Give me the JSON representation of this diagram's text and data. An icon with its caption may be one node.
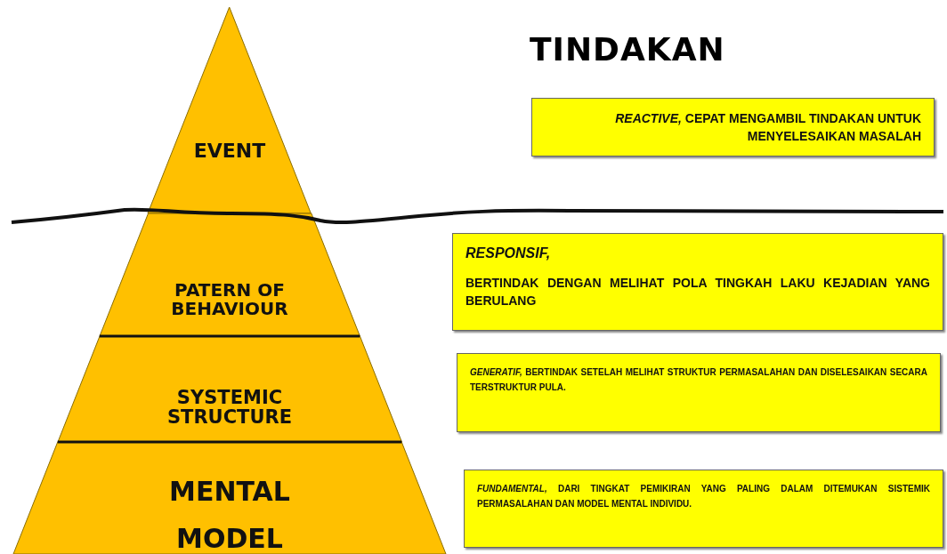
{
  "diagram": {
    "title": "TINDAKAN",
    "nodes": [
      {
        "text": [
          "EVENT"
        ]
      },
      {
        "text": [
          "PATERN OF BEHAVIOUR"
        ]
      },
      {
        "text": [
          "SYSTEMIC STRUCTURE"
        ]
      },
      {
        "text": [
          "MENTAL MODEL"
        ]
      },
      {
        "text": [
          "*REACTIVE,* CEPAT MENGAMBIL TINDAKAN UNTUK MENYELESAIKAN MASALAH"
        ]
      },
      {
        "text": [
          "RESPONSIF,",
          "BERTINDAK DENGAN MELIHAT POLA TINGKAH LAKU KEJADIAN YANG BERULANG"
        ]
      },
      {
        "text": [
          "*GENERATIF,* BERTINDAK SETELAH MELIHAT STRUKTUR PERMASALAHAN DAN DISELESAIKAN SECARA TERSTRUKTUR PULA."
        ]
      },
      {
        "text": [
          "*FUNDAMENTAL,* DARI TINGKAT PEMIKIRAN YANG PALING DALAM DITEMUKAN SISTEMIK PERMASALAHAN DAN MODEL MENTAL INDIVIDU."
        ]
      }
    ]
  }
}
